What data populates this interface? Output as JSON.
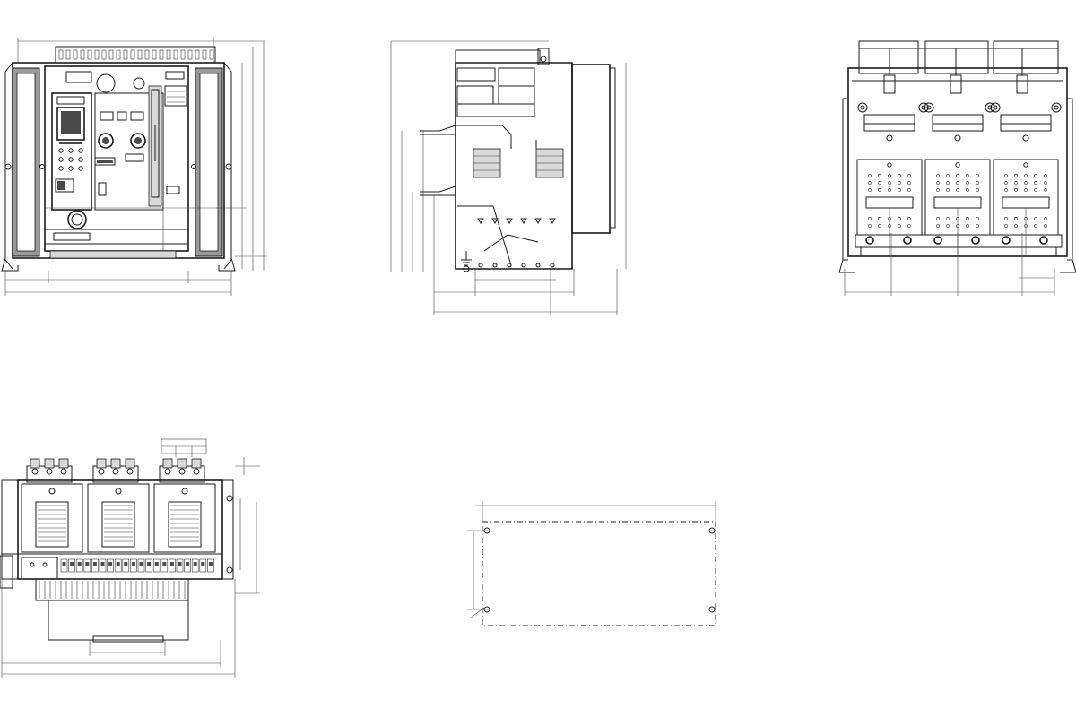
{
  "drawing": {
    "background": "#ffffff",
    "line_color": "#1a1a1a",
    "views": [
      {
        "id": "front-view"
      },
      {
        "id": "side-view"
      },
      {
        "id": "rear-view"
      },
      {
        "id": "top-view"
      },
      {
        "id": "mounting-hole-pattern"
      }
    ],
    "front_panel": {
      "vertical_lamp_count": 3,
      "button_rows": 3
    },
    "rear_panel": {
      "poles": 3
    },
    "top_panel": {
      "poles": 3,
      "terminal_blocks": 20
    }
  }
}
